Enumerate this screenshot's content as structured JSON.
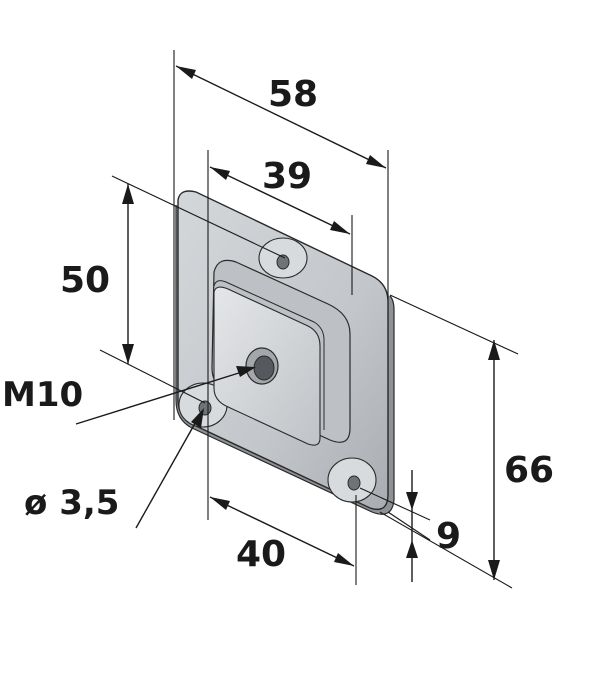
{
  "dimensions": {
    "overall_width": "58",
    "inner_width": "39",
    "hole_spacing_vertical": "50",
    "overall_height": "66",
    "hole_spacing_horizontal": "40",
    "edge_offset": "9",
    "thread": "M10",
    "hole_diameter": "ø 3,5"
  },
  "colors": {
    "plate_face": "#c9cccf",
    "plate_light": "#e2e4e6",
    "plate_dark": "#9ea2a6",
    "line": "#1a1a1a"
  }
}
